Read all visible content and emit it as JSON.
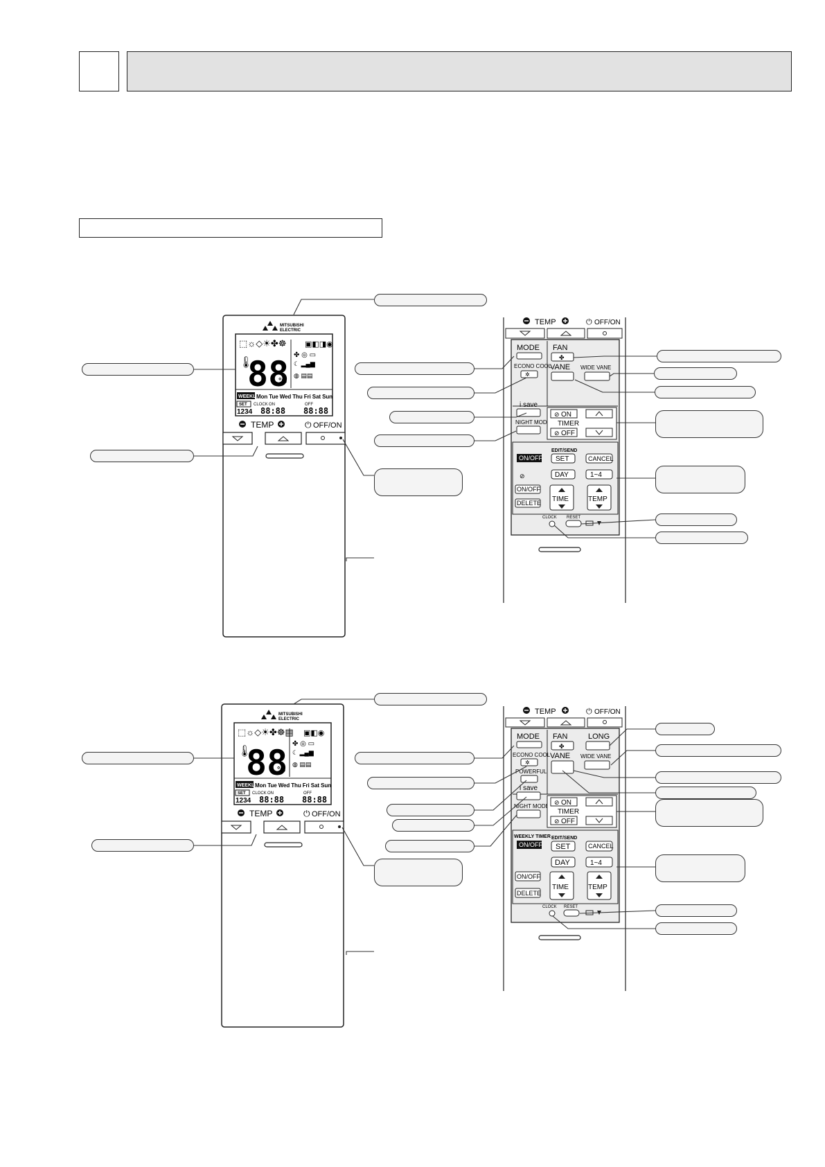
{
  "brand": {
    "line1": "MITSUBISHI",
    "line2": "ELECTRIC"
  },
  "remote_a": {
    "display": {
      "temp_digits": "88",
      "temp_unit": "°C",
      "weekly": "WEEKLY",
      "days": "Mon Tue Wed Thu Fri Sat Sun",
      "set": "SET",
      "clock": "CLOCK",
      "on": "ON",
      "off": "OFF",
      "program_numbers": "1234",
      "time_left": "88:88",
      "time_right": "88:88"
    },
    "top_buttons": {
      "temp": "TEMP",
      "off_on": "OFF/ON"
    },
    "inner": {
      "mode": "MODE",
      "fan": "FAN",
      "econo_cool": "ECONO COOL",
      "vane": "VANE",
      "wide_vane": "WIDE VANE",
      "i_save": "i save",
      "night_mode": "NIGHT MODE",
      "timer_on": "ON",
      "timer": "TIMER",
      "timer_off": "OFF",
      "on_off": "ON/OFF",
      "edit_send": "EDIT/SEND",
      "set": "SET",
      "cancel": "CANCEL",
      "day": "DAY",
      "range": "1~4",
      "on_off_2": "ON/OFF",
      "delete": "DELETE",
      "time": "TIME",
      "temp": "TEMP",
      "clock": "CLOCK",
      "reset": "RESET"
    }
  },
  "remote_b": {
    "display": {
      "temp_digits": "88",
      "temp_unit": "°C",
      "weekly": "WEEKLY",
      "days": "Mon Tue Wed Thu Fri Sat Sun",
      "set": "SET",
      "clock": "CLOCK",
      "on": "ON",
      "off": "OFF",
      "program_numbers": "1234",
      "time_left": "88:88",
      "time_right": "88:88"
    },
    "top_buttons": {
      "temp": "TEMP",
      "off_on": "OFF/ON"
    },
    "inner": {
      "mode": "MODE",
      "fan": "FAN",
      "long": "LONG",
      "econo_cool": "ECONO COOL",
      "vane": "VANE",
      "wide_vane": "WIDE VANE",
      "powerful": "POWERFUL",
      "i_save": "i save",
      "night_mode": "NIGHT MODE",
      "timer_on": "ON",
      "timer": "TIMER",
      "timer_off": "OFF",
      "weekly_timer": "WEEKLY TIMER",
      "on_off": "ON/OFF",
      "edit_send": "EDIT/SEND",
      "set": "SET",
      "cancel": "CANCEL",
      "day": "DAY",
      "range": "1~4",
      "on_off_2": "ON/OFF",
      "delete": "DELETE",
      "time": "TIME",
      "temp": "TEMP",
      "clock": "CLOCK",
      "reset": "RESET"
    }
  }
}
